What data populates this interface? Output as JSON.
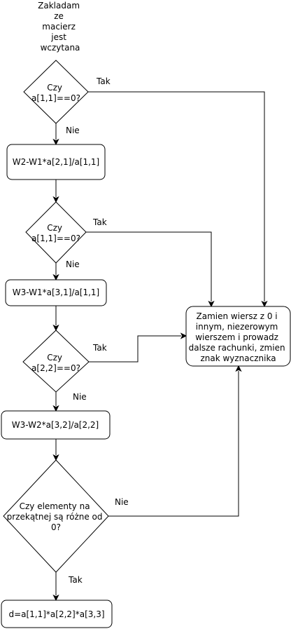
{
  "diagram": {
    "start_note": [
      "Zakladam",
      "ze",
      "macierz",
      "jest",
      "wczytana"
    ],
    "nodes": {
      "decision_1": [
        "Czy",
        "a[1,1]==0?"
      ],
      "step_1": [
        "W2-W1*a[2,1]/a[1,1]"
      ],
      "decision_2": [
        "Czy",
        "a[1,1]==0?"
      ],
      "step_2": [
        "W3-W1*a[3,1]/a[1,1]"
      ],
      "decision_3": [
        "Czy",
        "a[2,2]==0?"
      ],
      "step_3": [
        "W3-W2*a[3,2]/a[2,2]"
      ],
      "decision_4": [
        "Czy elementy na",
        "przekątnej są różne od",
        "0?"
      ],
      "result": [
        "d=a[1,1]*a[2,2]*a[3,3]"
      ],
      "swap_rows": [
        "Zamien wiersz z 0 i",
        "innym, niezerowym",
        "wierszem i prowadz",
        "dalsze rachunki, zmien",
        "znak wyznacznika"
      ]
    },
    "edge_labels": {
      "d1_yes": "Tak",
      "d1_no": "Nie",
      "d2_yes": "Tak",
      "d2_no": "Nie",
      "d3_yes": "Tak",
      "d3_no": "Nie",
      "d4_no": "Nie",
      "d4_yes": "Tak"
    }
  }
}
